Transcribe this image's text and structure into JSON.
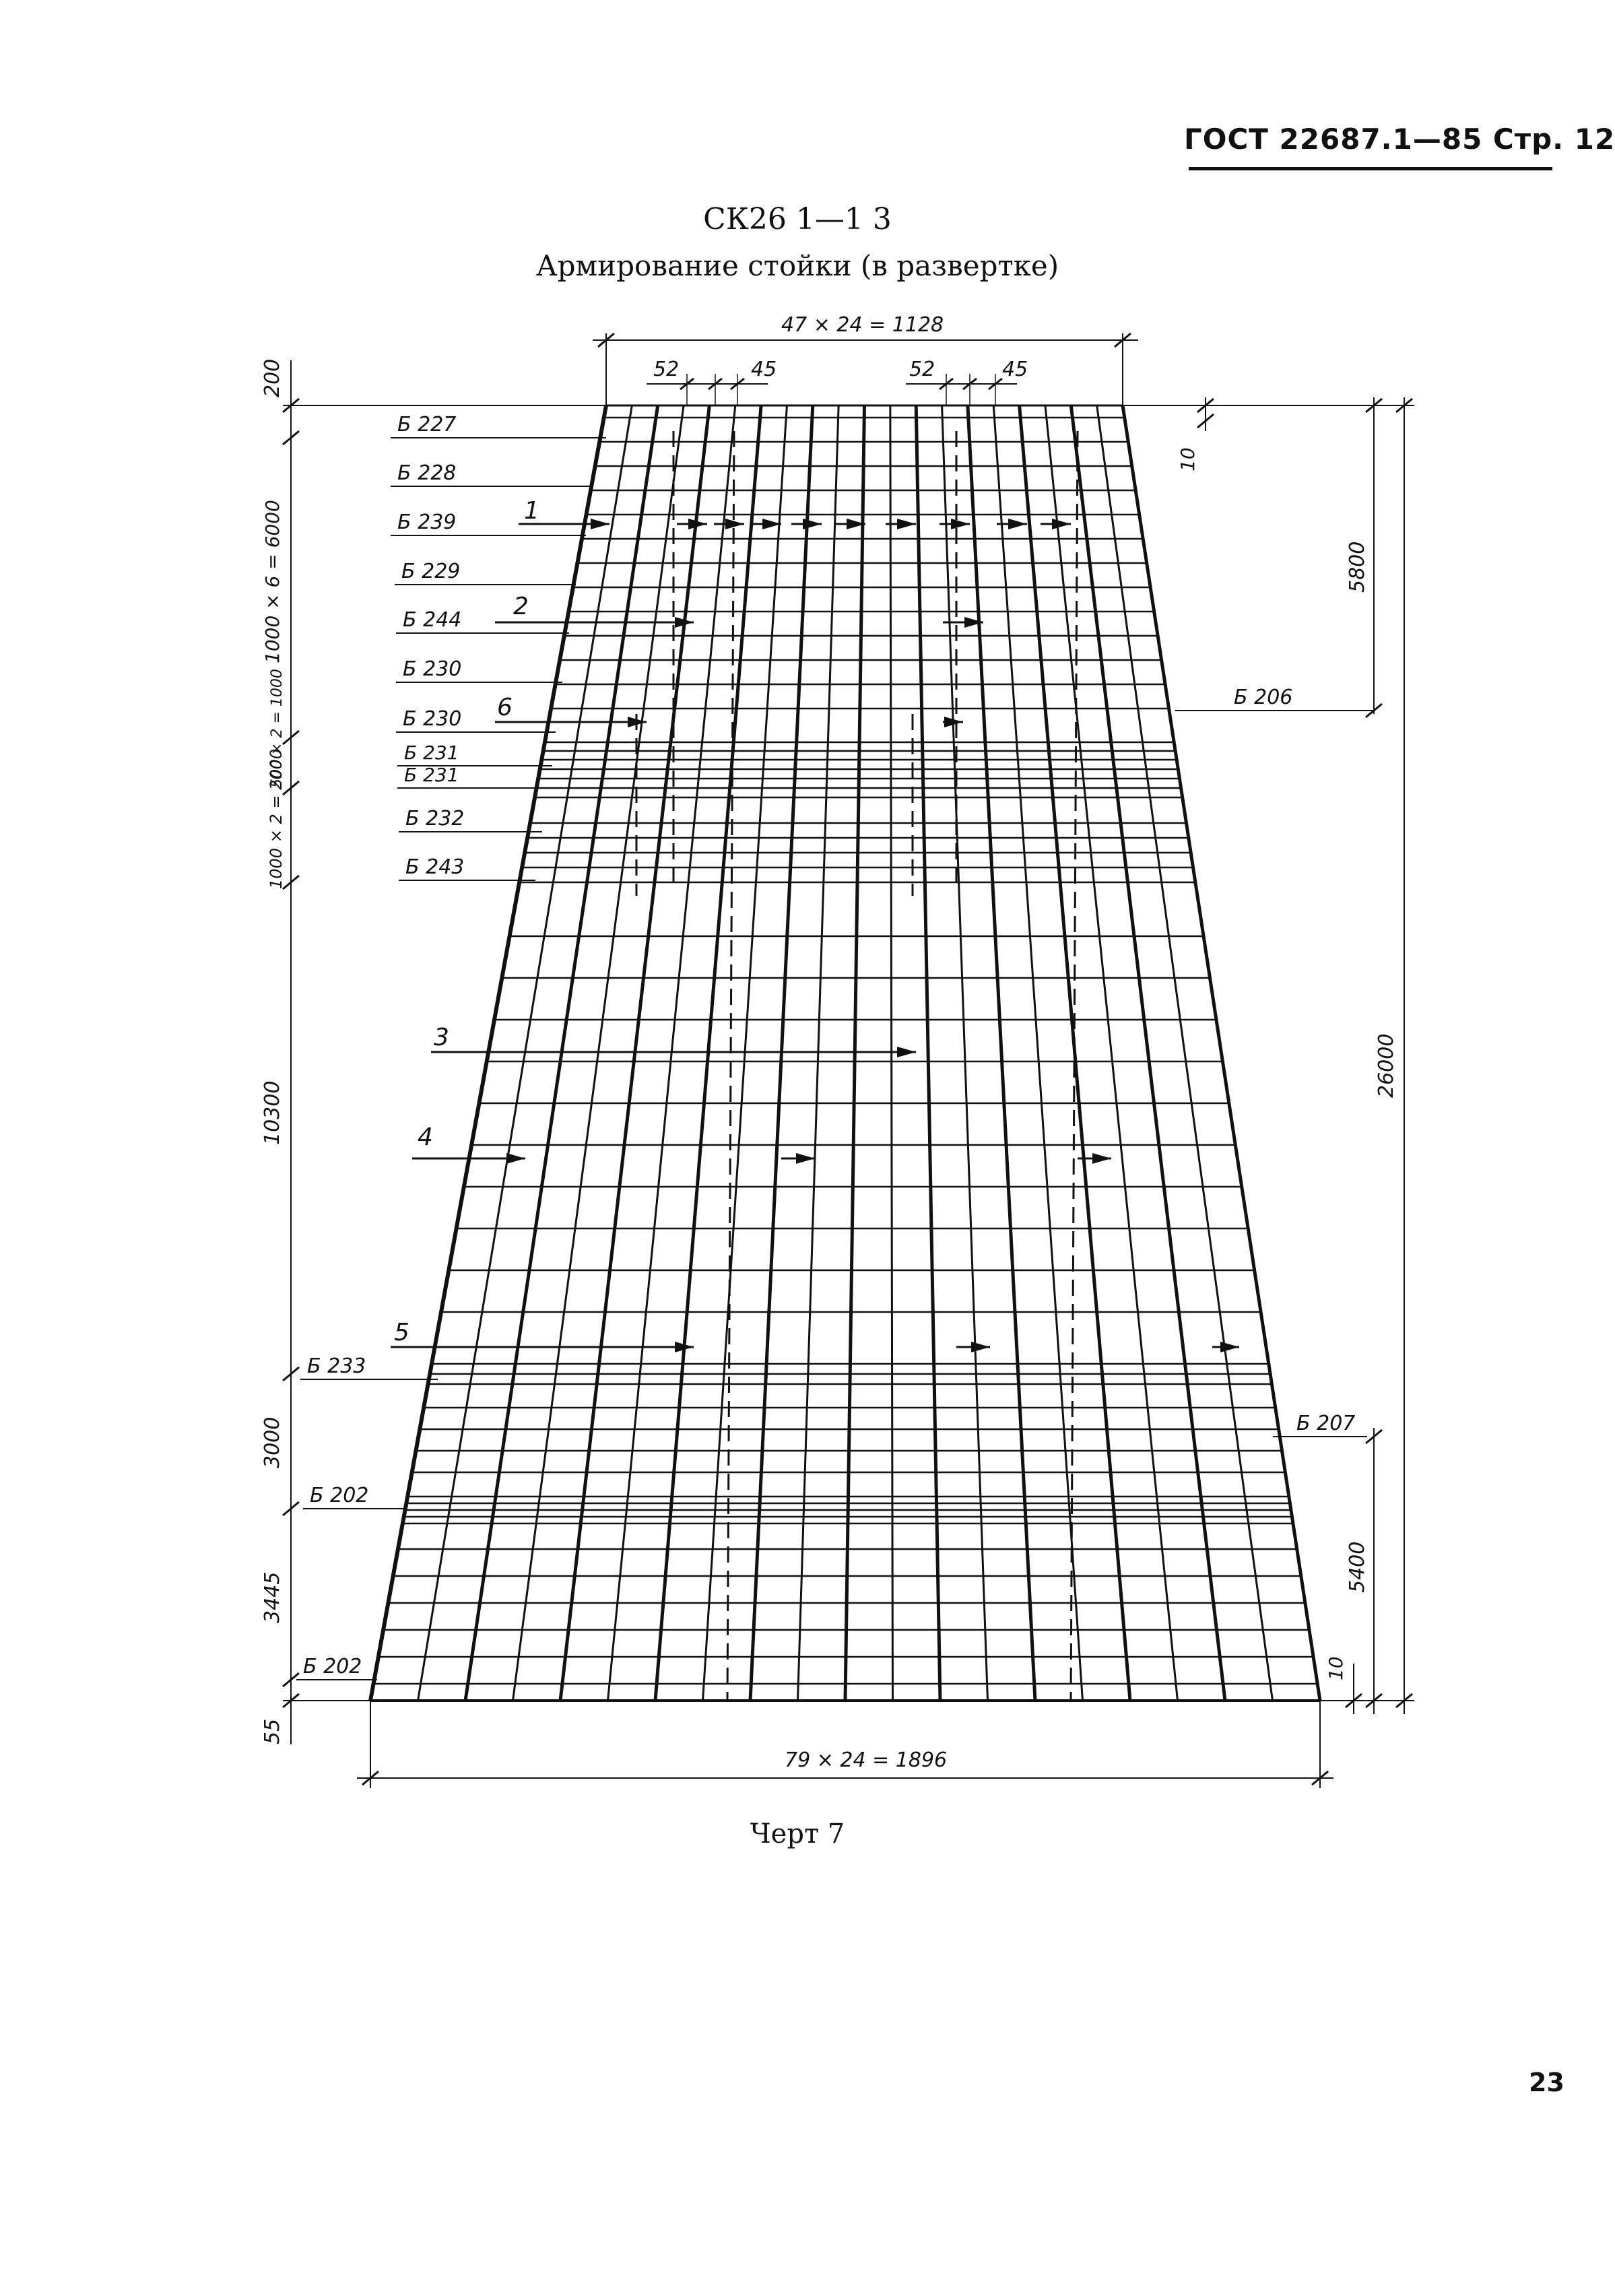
{
  "header": {
    "standard": "ГОСТ 22687.1—85 Стр. 12"
  },
  "title": {
    "mark": "СК26 1—1 3",
    "subtitle": "Армирование стойки (в развертке)"
  },
  "dimensions": {
    "top_width": "47 × 24 = 1128",
    "bottom_width": "79 × 24 = 1896",
    "spacing_left_52": "52",
    "spacing_left_45": "45",
    "spacing_right_52": "52",
    "spacing_right_45": "45",
    "left_200": "200",
    "left_1000x6": "1000 × 6 = 6000",
    "left_500x2": "500 × 2 = 1000",
    "left_1000x2": "1000 × 2 = 2000",
    "left_10300": "10300",
    "left_3000": "3000",
    "left_3445": "3445",
    "left_55": "55",
    "right_10_top": "10",
    "right_5800": "5800",
    "right_26000": "26000",
    "right_5400": "5400",
    "right_10_bottom": "10"
  },
  "leaders": {
    "b227": "Б 227",
    "b228": "Б 228",
    "b239": "Б 239",
    "b229": "Б 229",
    "b244": "Б 244",
    "b230a": "Б 230",
    "b230b": "Б 230",
    "b231a": "Б 231",
    "b231b": "Б 231",
    "b232": "Б 232",
    "b243": "Б 243",
    "b233": "Б 233",
    "b202a": "Б 202",
    "b202b": "Б 202",
    "b206": "Б 206",
    "b207": "Б 207"
  },
  "positions": {
    "p1": "1",
    "p2": "2",
    "p3": "3",
    "p4": "4",
    "p5": "5",
    "p6": "6"
  },
  "caption": "Черт 7",
  "page_number": "23"
}
